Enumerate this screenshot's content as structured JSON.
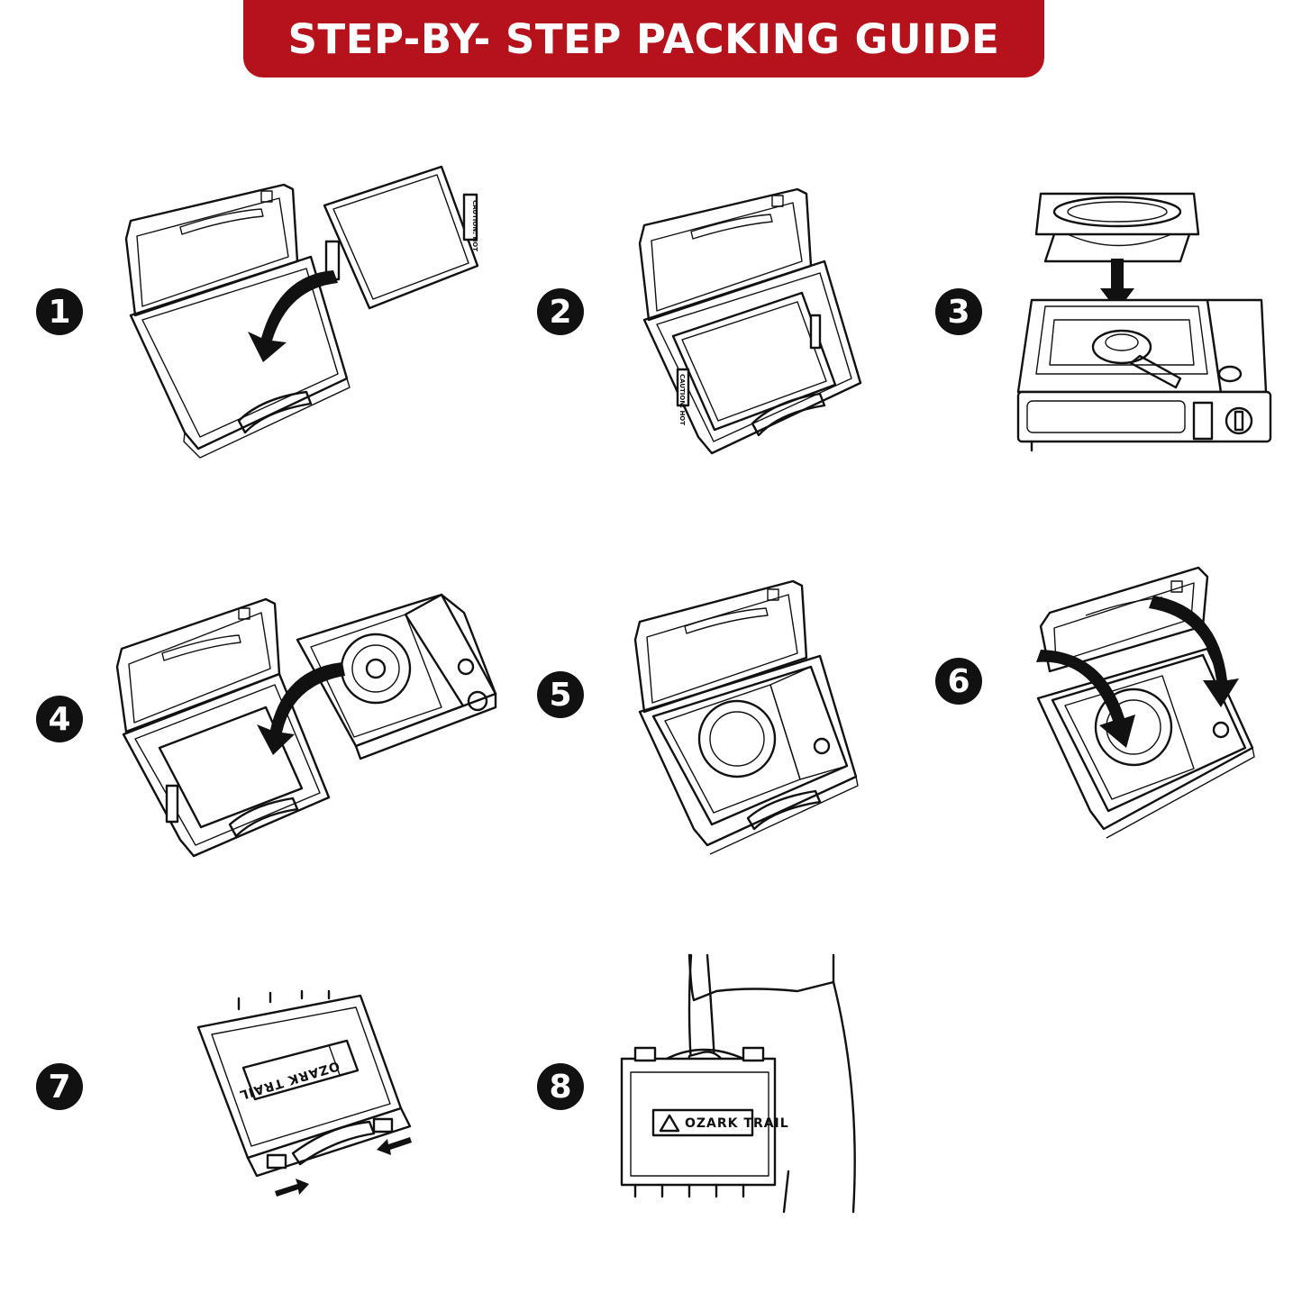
{
  "header": {
    "title": "STEP-BY- STEP PACKING GUIDE"
  },
  "steps": [
    {
      "number": "1",
      "icon": "open-case-insert-plate-icon",
      "label": "CAUTION: HOT"
    },
    {
      "number": "2",
      "icon": "plate-in-case-icon",
      "label": "CAUTION: HOT"
    },
    {
      "number": "3",
      "icon": "insert-grate-into-stove-icon"
    },
    {
      "number": "4",
      "icon": "place-stove-into-case-icon"
    },
    {
      "number": "5",
      "icon": "stove-in-case-icon"
    },
    {
      "number": "6",
      "icon": "close-lid-icon"
    },
    {
      "number": "7",
      "icon": "latch-case-icon",
      "logo": "OZARK TRAIL"
    },
    {
      "number": "8",
      "icon": "carry-case-icon",
      "logo": "OZARK TRAIL"
    }
  ],
  "colors": {
    "banner": "#b5121b",
    "badge": "#111111",
    "line": "#111111"
  }
}
